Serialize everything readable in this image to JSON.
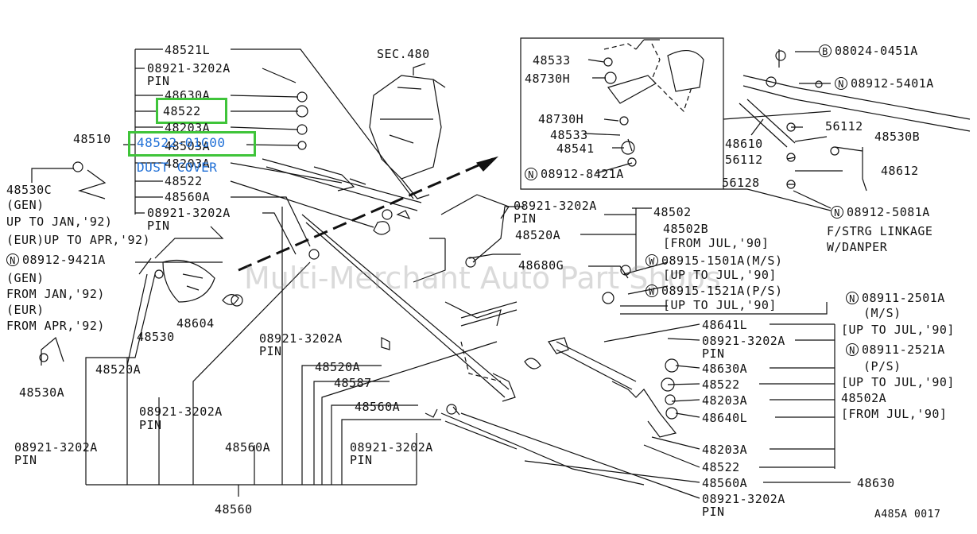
{
  "diagram": {
    "watermark": "Multi-Merchant Auto Part Shops",
    "highlight_part": "48522",
    "selected_part": {
      "number": "48522-01G00",
      "name": "DUST COVER"
    },
    "figure_code": "A485A 0017",
    "section_ref": "SEC.480",
    "overlap_label": "48503A",
    "labels": {
      "l48521L": "48521L",
      "l08921a": "08921-3202A",
      "pin1": "PIN",
      "l48630A_a": "48630A",
      "l48203A_a": "48203A",
      "l48510": "48510",
      "l48203A_b": "48203A",
      "l48522_b": "48522",
      "l48560A_a": "48560A",
      "l08921b": "08921-3202A",
      "pin2": "PIN",
      "l48530C": "48530C",
      "gen1": "(GEN)",
      "upjan92": "UP TO JAN,'92)",
      "eurapr92": "(EUR)UP TO APR,'92)",
      "n9421": "08912-9421A",
      "gen2": "(GEN)",
      "fromjan92": "FROM JAN,'92)",
      "eur2": "(EUR)",
      "fromapr92": "FROM APR,'92)",
      "l48604": "48604",
      "l48530": "48530",
      "l48520A_a": "48520A",
      "l48530A": "48530A",
      "l08921c": "08921-3202A",
      "pin3": "PIN",
      "l48560A_b": "48560A",
      "l08921d": "08921-3202A",
      "pin4": "PIN",
      "l48560": "48560",
      "l48533_a": "48533",
      "l48730H_a": "48730H",
      "l48730H_b": "48730H",
      "l48533_b": "48533",
      "l48541": "48541",
      "n8421": "08912-8421A",
      "b0451": "08024-0451A",
      "n5401": "08912-5401A",
      "l56112_a": "56112",
      "l48530B": "48530B",
      "l48610": "48610",
      "l56112_b": "56112",
      "l48612": "48612",
      "l56128": "56128",
      "n5081": "08912-5081A",
      "fstrg": "F/STRG LINKAGE",
      "wdanper": "W/DANPER",
      "l08921e": "08921-3202A",
      "pin5": "PIN",
      "l48502": "48502",
      "l48520A_b": "48520A",
      "l48502B": "48502B",
      "fromjul90_a": "[FROM JUL,'90]",
      "l48680G": "48680G",
      "w1501": "08915-1501A(M/S)",
      "uptojul90_a": "[UP TO JUL,'90]",
      "w1521": "08915-1521A(P/S)",
      "uptojul90_b": "[UP TO JUL,'90]",
      "n2501": "08911-2501A",
      "ms": "(M/S)",
      "uptojul90_c": "[UP TO JUL,'90]",
      "n2521": "08911-2521A",
      "ps": "(P/S)",
      "uptojul90_d": "[UP TO JUL,'90]",
      "l48502A": "48502A",
      "fromjul90_b": "[FROM JUL,'90]",
      "l08921f": "08921-3202A",
      "pin6": "PIN",
      "l48520A_c": "48520A",
      "l48587": "48587",
      "l48560A_c": "48560A",
      "l08921g": "08921-3202A",
      "pin7": "PIN",
      "l48641L": "48641L",
      "l08921h": "08921-3202A",
      "pin8": "PIN",
      "l48630A_b": "48630A",
      "l48522_c": "48522",
      "l48203A_c": "48203A",
      "l48640L": "48640L",
      "l48203A_d": "48203A",
      "l48522_d": "48522",
      "l48560A_d": "48560A",
      "l48630": "48630",
      "l08921i": "08921-3202A",
      "pin9": "PIN",
      "circle_n": "N",
      "circle_b": "B",
      "circle_w": "W"
    }
  }
}
